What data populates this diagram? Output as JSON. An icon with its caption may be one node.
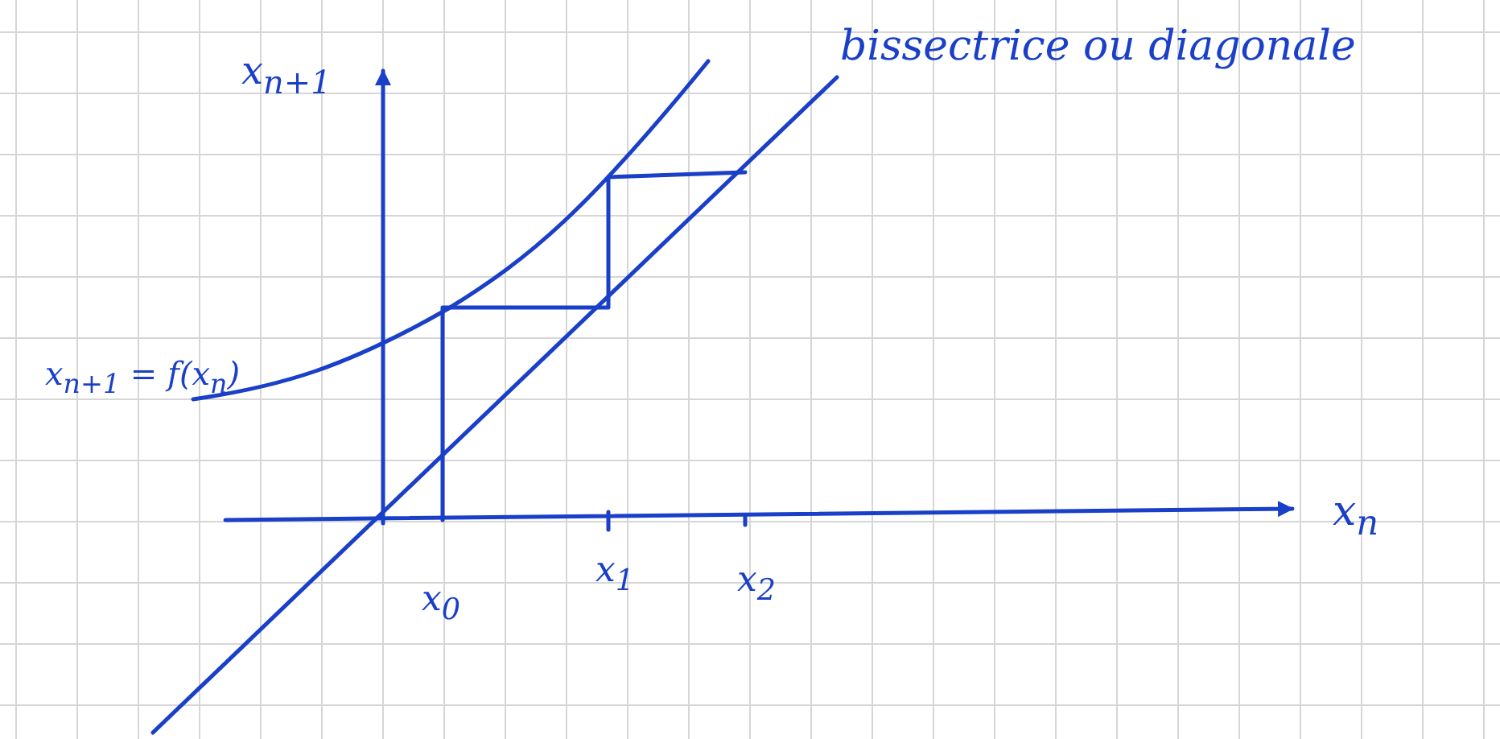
{
  "diagram": {
    "labels": [
      "x$_{n+1}$",
      "bissectrice ou diagonale",
      "x$_{n+1}$ = f(x$_{n}$)",
      "x$_{0}$",
      "x$_{1}$",
      "x$_{2}$",
      "x$_{n}$"
    ]
  }
}
